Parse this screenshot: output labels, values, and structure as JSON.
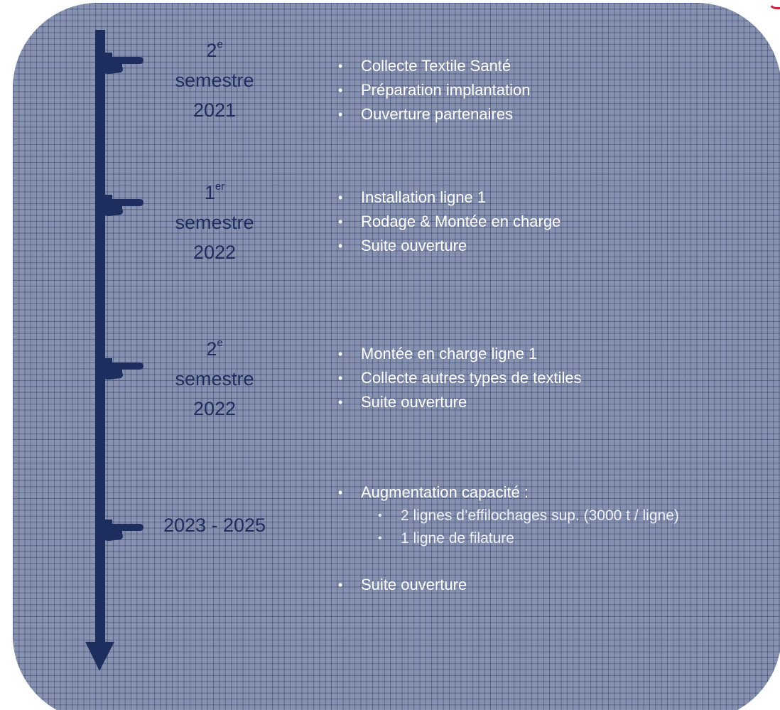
{
  "timeline": {
    "stages": [
      {
        "period": {
          "line1": "2",
          "sup": "e",
          "line2": "semestre",
          "line3": "2021"
        },
        "items": [
          "Collecte Textile Santé",
          "Préparation implantation",
          "Ouverture partenaires"
        ]
      },
      {
        "period": {
          "line1": "1",
          "sup": "er",
          "line2": "semestre",
          "line3": "2022"
        },
        "items": [
          "Installation ligne 1",
          "Rodage & Montée en charge",
          "Suite ouverture"
        ]
      },
      {
        "period": {
          "line1": "2",
          "sup": "e",
          "line2": "semestre",
          "line3": "2022"
        },
        "items": [
          "Montée en charge ligne 1",
          "Collecte autres types de textiles",
          "Suite ouverture"
        ]
      },
      {
        "period": {
          "label": "2023 - 2025"
        },
        "items": [
          "Augmentation capacité :"
        ],
        "subitems": [
          "2 lignes d’effilochages sup. (3000 t / ligne)",
          "1 ligne de filature"
        ],
        "final_item": "Suite ouverture"
      }
    ]
  },
  "icons": {
    "pointer": "pointing-hand-icon",
    "arrow": "down-arrow-icon"
  },
  "colors": {
    "panel_fill": "#8792b0",
    "grid_line": "#323e66",
    "timeline": "#1d2d5e",
    "period_text": "#1d2d5e",
    "item_text": "#ffffff"
  }
}
